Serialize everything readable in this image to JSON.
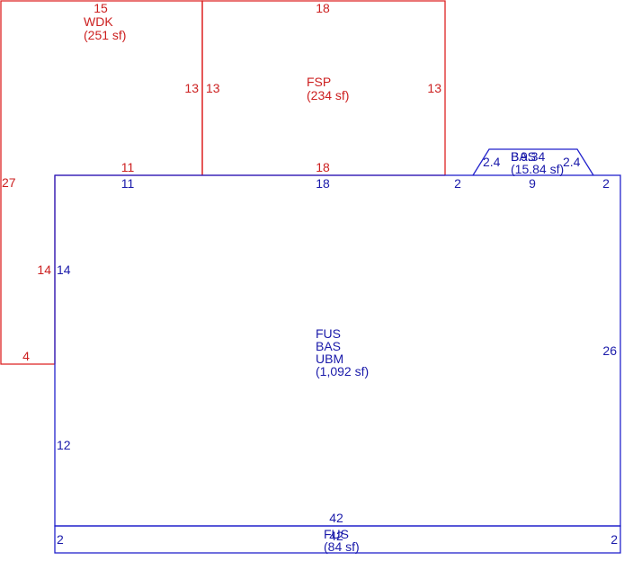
{
  "colors": {
    "red": "#dd2222",
    "blue": "#2222cc"
  },
  "wdk": {
    "code": "WDK",
    "area": "(251 sf)"
  },
  "fsp": {
    "code": "FSP",
    "area": "(234 sf)"
  },
  "main": {
    "code1": "FUS",
    "code2": "BAS",
    "code3": "UBM",
    "area": "(1,092 sf)"
  },
  "bay": {
    "code": "BAS",
    "area": "(15.84 sf)",
    "overlap_code": "B",
    "overlap_dim": "9.34"
  },
  "porch": {
    "code": "FUS",
    "area": "(84 sf)",
    "overlap_dim": "42"
  },
  "dims": {
    "wdk_top": "15",
    "wdk_right": "13",
    "wdk_left": "27",
    "wdk_bottom": "4",
    "wdk_inner_right": "14",
    "wdk_bottom_top": "11",
    "fsp_top": "18",
    "fsp_left": "13",
    "fsp_right": "13",
    "fsp_bottom": "18",
    "main_top_left": "11",
    "main_top_mid": "18",
    "main_top_seg": "2",
    "main_top_bay": "9",
    "main_top_right": "2",
    "main_left_upper": "14",
    "main_left_lower": "12",
    "main_right": "26",
    "main_bottom": "42",
    "bay_left": "2.4",
    "bay_right": "2.4",
    "porch_left": "2",
    "porch_right": "2"
  }
}
